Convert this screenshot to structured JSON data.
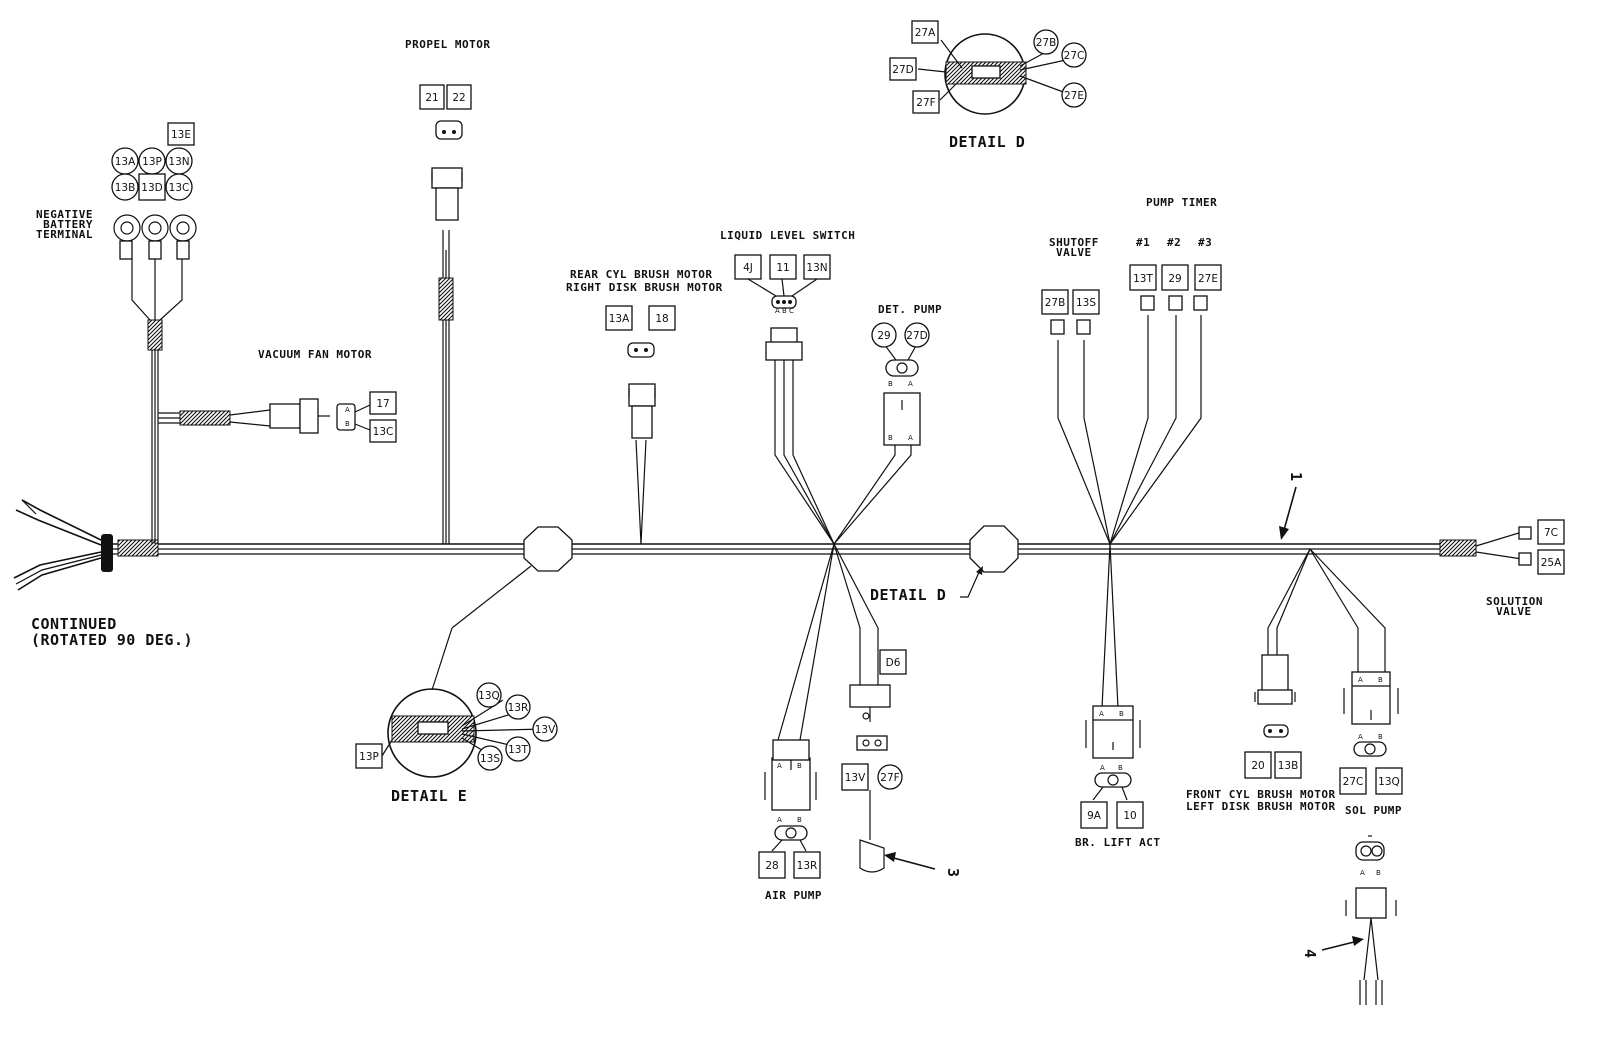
{
  "title_labels": {
    "continued_line1": "CONTINUED",
    "continued_line2": "(ROTATED 90 DEG.)",
    "negative_battery_line1": "NEGATIVE",
    "negative_battery_line2": "BATTERY",
    "negative_battery_line3": "TERMINAL",
    "propel_motor": "PROPEL MOTOR",
    "vacuum_fan_motor": "VACUUM FAN MOTOR",
    "rear_cyl_line1": "REAR CYL BRUSH MOTOR",
    "rear_cyl_line2": "RIGHT DISK BRUSH MOTOR",
    "liquid_level_switch": "LIQUID LEVEL SWITCH",
    "det_pump": "DET. PUMP",
    "shutoff_line1": "SHUTOFF",
    "shutoff_line2": "VALVE",
    "pump_timer": "PUMP TIMER",
    "pump_timer_1": "#1",
    "pump_timer_2": "#2",
    "pump_timer_3": "#3",
    "solution_line1": "SOLUTION",
    "solution_line2": "VALVE",
    "detail_d_top": "DETAIL D",
    "detail_d_callout": "DETAIL D",
    "detail_e": "DETAIL E",
    "air_pump": "AIR PUMP",
    "br_lift_act": "BR. LIFT ACT",
    "front_cyl_line1": "FRONT CYL BRUSH MOTOR",
    "front_cyl_line2": "LEFT DISK BRUSH MOTOR",
    "sol_pump": "SOL PUMP",
    "callout_1": "1",
    "callout_3": "3",
    "callout_4": "4"
  },
  "wire_tags": {
    "t13E": "13E",
    "t13A": "13A",
    "t13P_top": "13P",
    "t13N": "13N",
    "t13B": "13B",
    "t13D": "13D",
    "t13C": "13C",
    "t21": "21",
    "t22": "22",
    "t17": "17",
    "t13C_vac": "13C",
    "t13A_rear": "13A",
    "t18": "18",
    "t4J": "4J",
    "t11": "11",
    "t13N_liq": "13N",
    "t29_det": "29",
    "t27D_det": "27D",
    "t27B_shut": "27B",
    "t13S_shut": "13S",
    "t13T_pt": "13T",
    "t29_pt": "29",
    "t27E_pt": "27E",
    "t7C": "7C",
    "t25A": "25A",
    "t27A": "27A",
    "t27B_d": "27B",
    "t27C_d": "27C",
    "t27D_d": "27D",
    "t27E_d": "27E",
    "t27F_d": "27F",
    "t13Q_e": "13Q",
    "t13R_e": "13R",
    "t13V_e": "13V",
    "t13T_e": "13T",
    "t13S_e": "13S",
    "t13P_e": "13P",
    "tD6": "D6",
    "t13V_d6": "13V",
    "t27F_d6": "27F",
    "t28": "28",
    "t13R_air": "13R",
    "t9A": "9A",
    "t10": "10",
    "t20": "20",
    "t13B_front": "13B",
    "t27C_sol": "27C",
    "t13Q_sol": "13Q"
  },
  "pin_labels": {
    "a": "A",
    "b": "B",
    "c": "C"
  }
}
